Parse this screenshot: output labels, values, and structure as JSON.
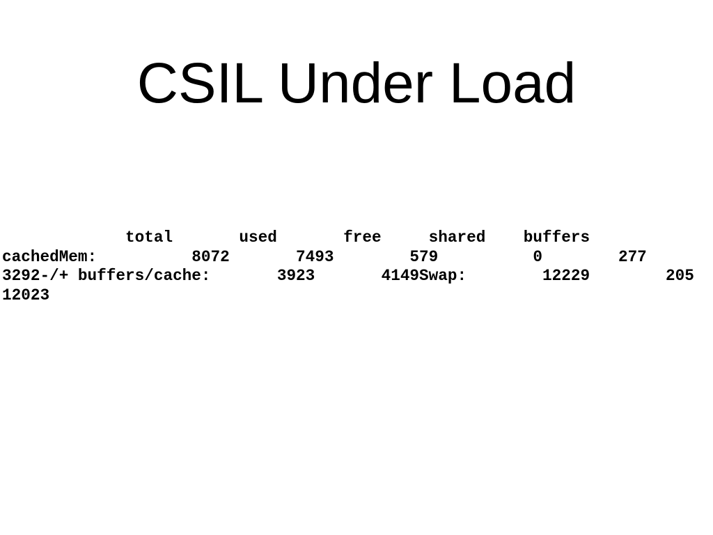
{
  "slide": {
    "title": "CSIL Under Load"
  },
  "memory_output": {
    "lines": [
      "             total       used       free     shared    buffers",
      "cachedMem:          8072       7493        579          0        277",
      "3292-/+ buffers/cache:       3923       4149Swap:        12229        205",
      "12023"
    ]
  }
}
